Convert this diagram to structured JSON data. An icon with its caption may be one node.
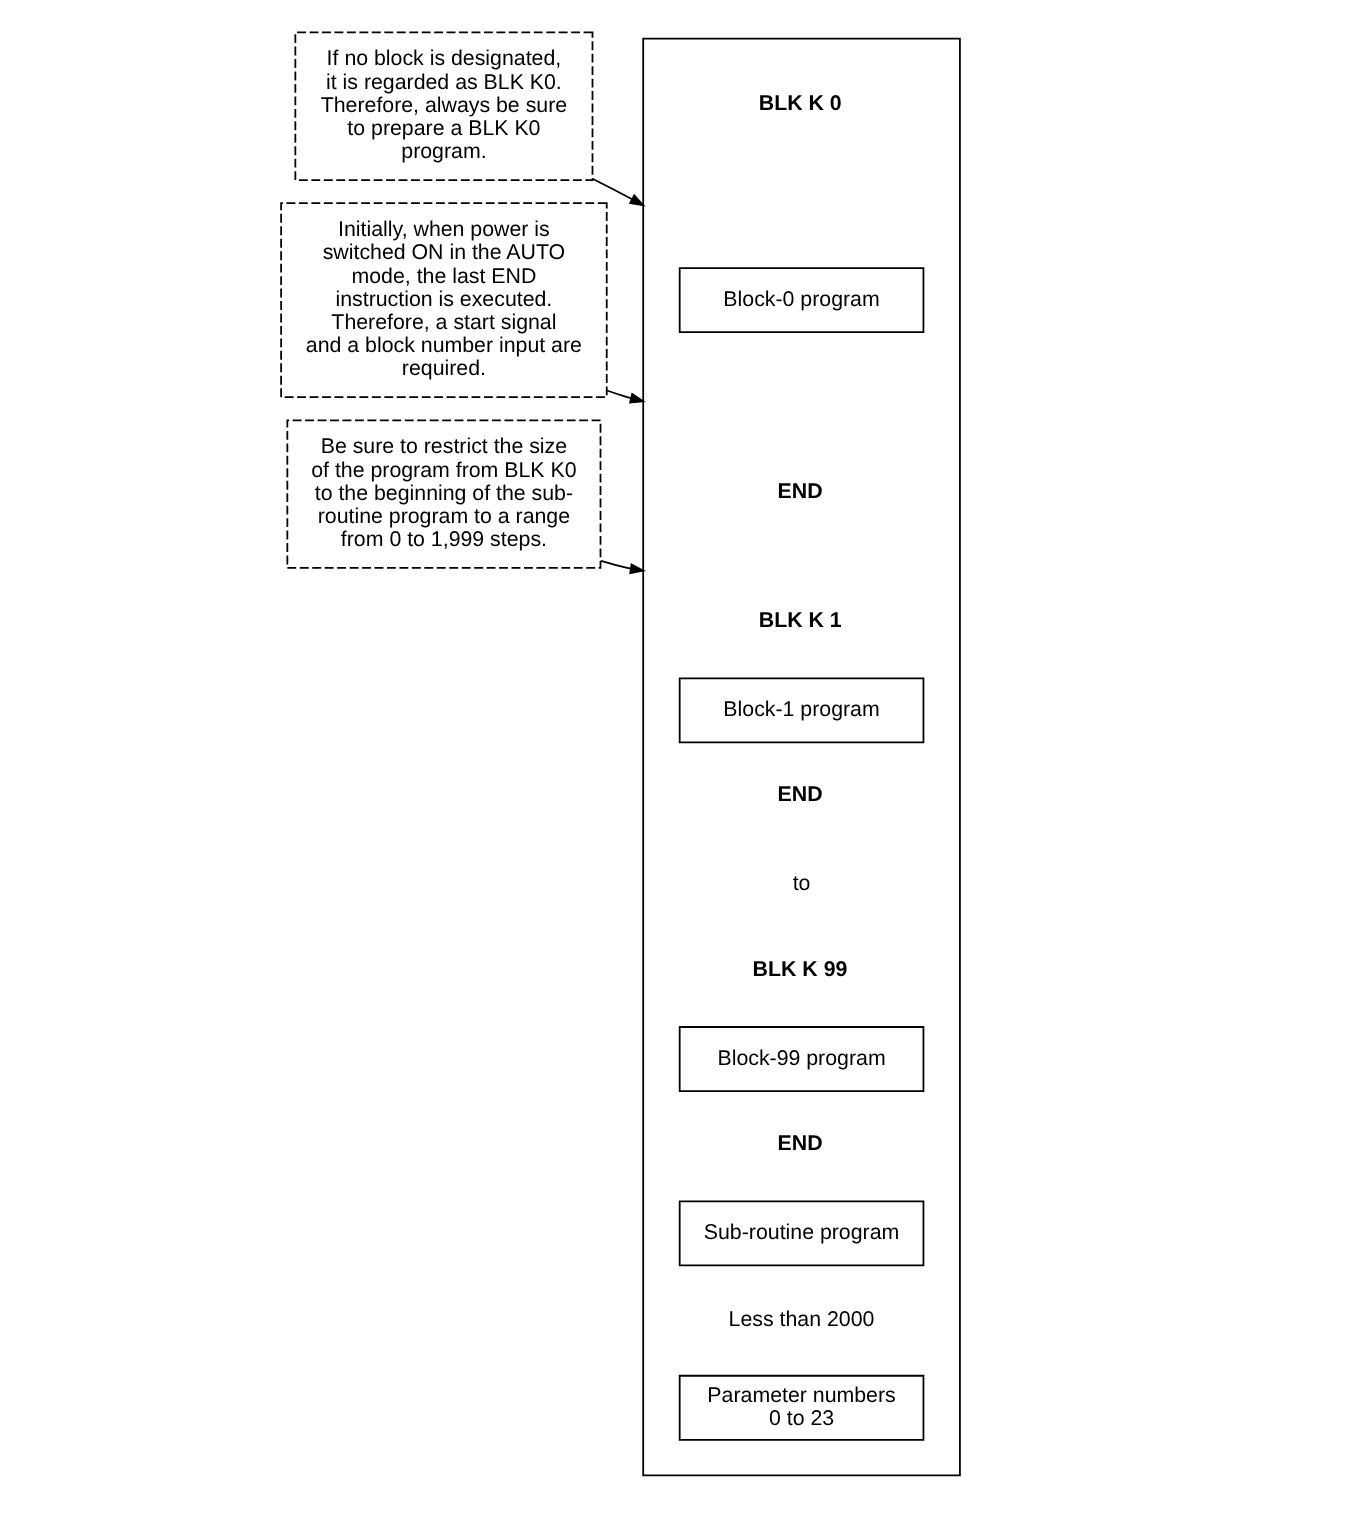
{
  "diagram": {
    "nodes": [
      {
        "text": [],
        "shape": "box"
      },
      {
        "text": [
          "Block-0 program"
        ],
        "in": 0
      },
      {
        "text": [
          "Block-1 program"
        ],
        "in": 0
      },
      {
        "text": [
          "Block-99 program"
        ],
        "in": 0
      },
      {
        "text": [
          "Sub-routine program"
        ],
        "in": 0
      },
      {
        "text": [
          "Parameter numbers 0 to 23"
        ],
        "in": 0
      },
      {
        "text": [
          "If no block is designated, it is regarded as BLK K0. Therefore, always be sure to prepare a BLK K0 program."
        ]
      },
      {
        "text": [
          "Initially, when power is switched ON in the AUTO mode, the last END instruction is executed.  Therefore, a start signal and a block number input are required."
        ]
      },
      {
        "text": [
          "Be sure to restrict the size of the program from BLK K0 to the beginning of the sub-routine program to a range from 0 to 1,999 steps."
        ]
      }
    ],
    "edges": [
      {
        "from": 6,
        "to": 0,
        "arrow": "to"
      },
      {
        "from": 7,
        "to": 0,
        "arrow": "to"
      },
      {
        "from": 8,
        "to": 0,
        "arrow": "to"
      }
    ],
    "labels": [
      "BLK K 0",
      "END",
      "BLK K 1",
      "END",
      "to",
      "BLK K 99",
      "END",
      "Less than 2000"
    ]
  }
}
